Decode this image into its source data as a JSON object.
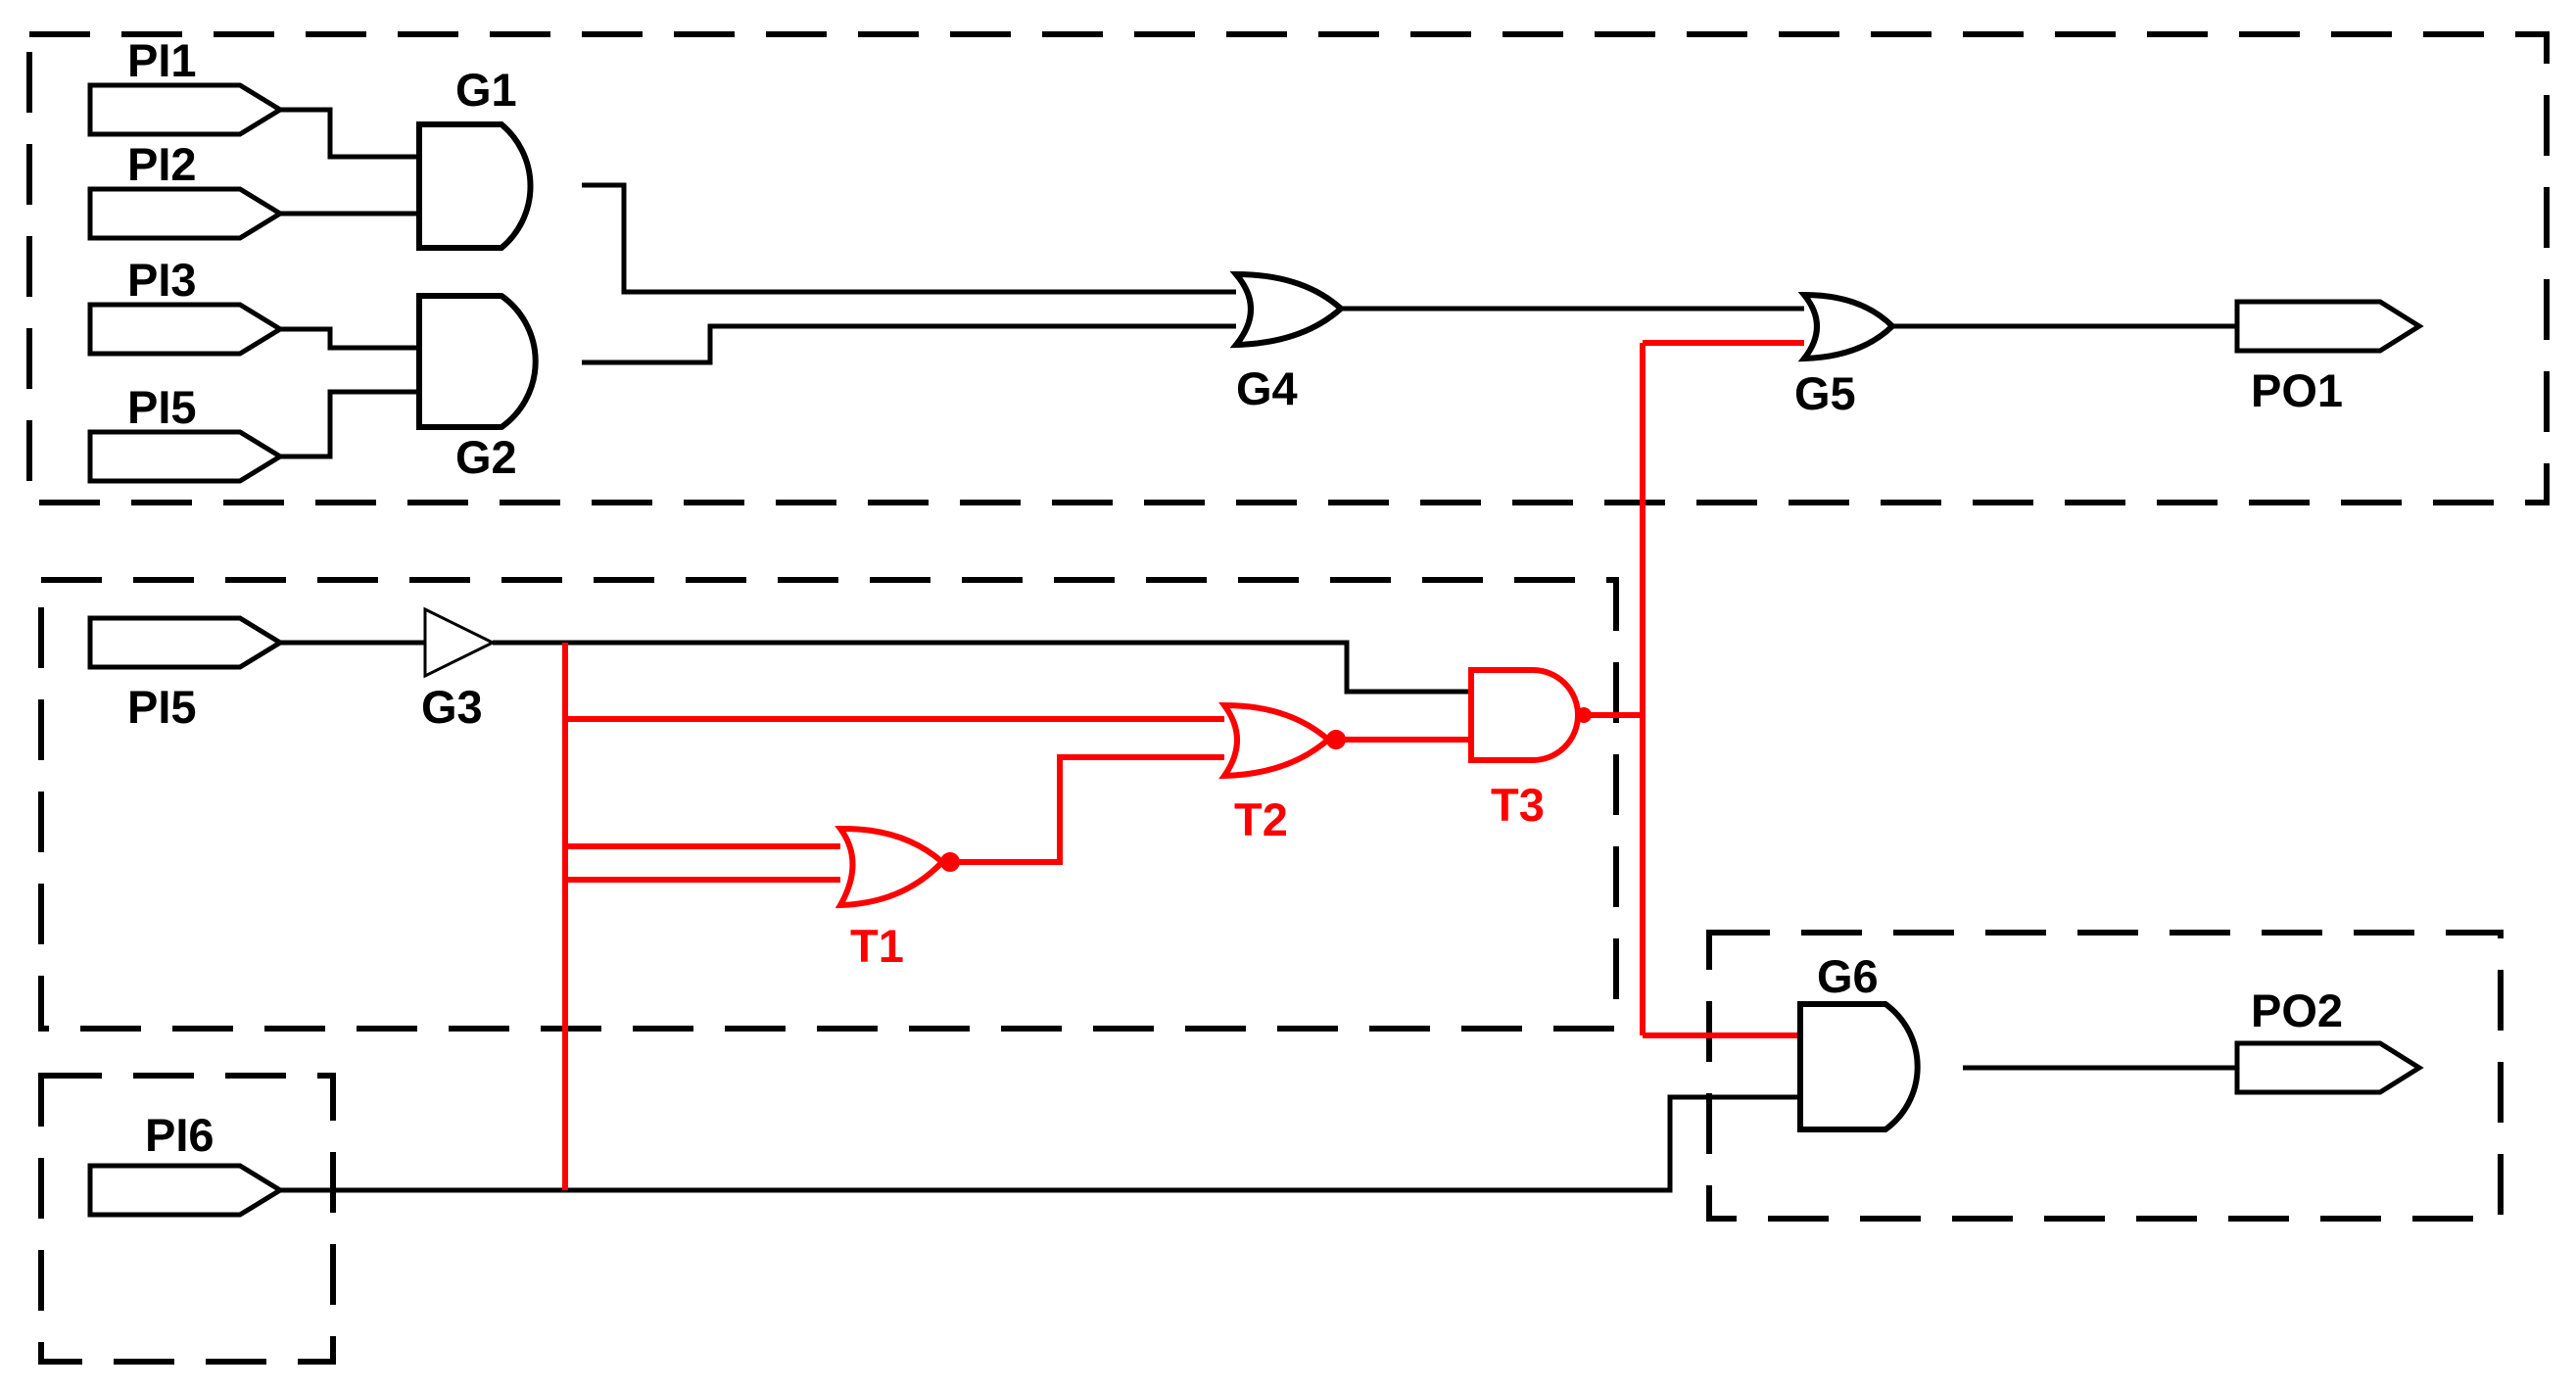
{
  "colors": {
    "normal": "#000000",
    "trojan": "#ff0000",
    "background": "#ffffff"
  },
  "ports": {
    "pi1": "PI1",
    "pi2": "PI2",
    "pi3": "PI3",
    "pi5_top": "PI5",
    "pi5_mid": "PI5",
    "pi6": "PI6",
    "po1": "PO1",
    "po2": "PO2"
  },
  "gates": {
    "g1": {
      "label": "G1",
      "type": "AND"
    },
    "g2": {
      "label": "G2",
      "type": "AND"
    },
    "g3": {
      "label": "G3",
      "type": "BUF"
    },
    "g4": {
      "label": "G4",
      "type": "OR"
    },
    "g5": {
      "label": "G5",
      "type": "OR"
    },
    "g6": {
      "label": "G6",
      "type": "AND"
    }
  },
  "trojan": {
    "t1": {
      "label": "T1",
      "type": "NOR"
    },
    "t2": {
      "label": "T2",
      "type": "NOR"
    },
    "t3": {
      "label": "T3",
      "type": "AND"
    }
  }
}
